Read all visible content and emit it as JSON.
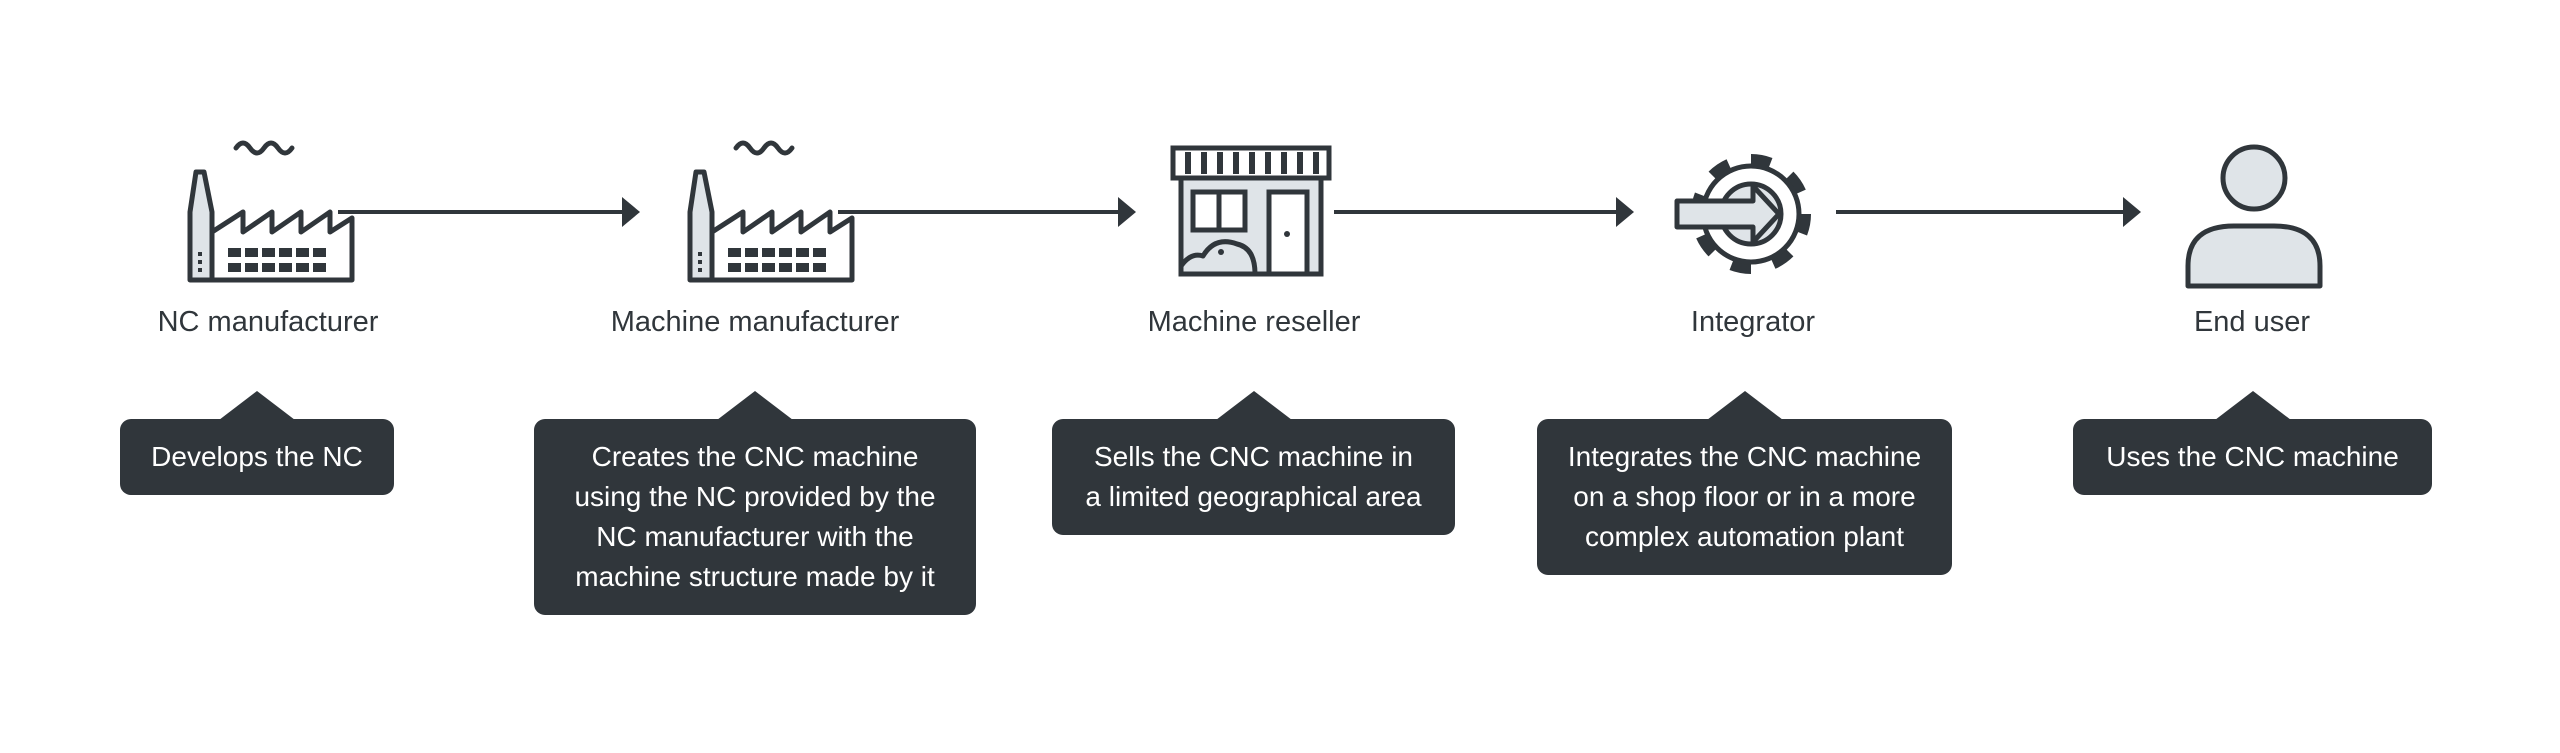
{
  "colors": {
    "dark": "#30363b",
    "light_fill": "#dfe4e8",
    "background": "#ffffff",
    "text_on_dark": "#ffffff"
  },
  "stages": [
    {
      "icon": "factory-icon",
      "label": "NC manufacturer",
      "description": [
        "Develops the NC"
      ]
    },
    {
      "icon": "factory-icon",
      "label": "Machine manufacturer",
      "description": [
        "Creates the CNC machine",
        "using the NC provided by the",
        "NC manufacturer with the",
        "machine structure made by it"
      ]
    },
    {
      "icon": "storefront-icon",
      "label": "Machine reseller",
      "description": [
        "Sells the CNC machine in",
        "a limited geographical area"
      ]
    },
    {
      "icon": "gear-arrow-icon",
      "label": "Integrator",
      "description": [
        "Integrates the CNC machine",
        "on a shop floor or in a more",
        "complex automation plant"
      ]
    },
    {
      "icon": "user-icon",
      "label": "End user",
      "description": [
        "Uses the CNC machine"
      ]
    }
  ]
}
